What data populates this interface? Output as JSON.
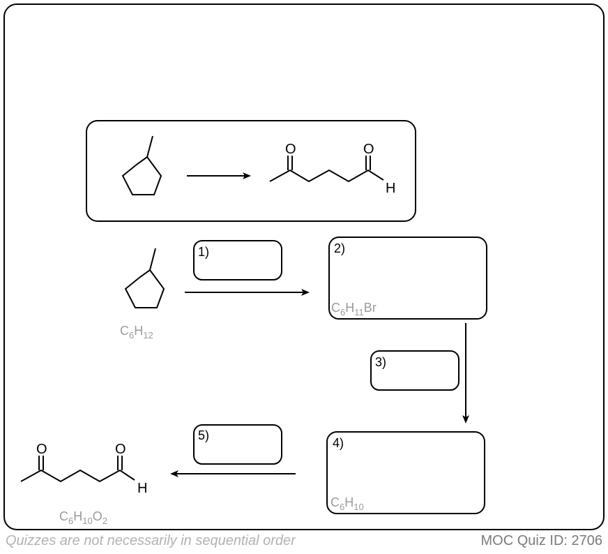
{
  "footer": {
    "left": "Quizzes are not necessarily in sequential order",
    "right": "MOC Quiz ID: 2706"
  },
  "atoms": {
    "oxygen": "O",
    "hydrogen": "H"
  },
  "steps": [
    {
      "label": "1)"
    },
    {
      "label": "2)",
      "formula": {
        "c": "C",
        "cn": "6",
        "h": "H",
        "hn": "11",
        "x": "Br"
      }
    },
    {
      "label": "3)"
    },
    {
      "label": "4)",
      "formula": {
        "c": "C",
        "cn": "6",
        "h": "H",
        "hn": "10"
      }
    },
    {
      "label": "5)"
    }
  ],
  "start_formula": {
    "c": "C",
    "cn": "6",
    "h": "H",
    "hn": "12"
  },
  "product_formula": {
    "c": "C",
    "cn": "6",
    "h": "H",
    "hn": "10",
    "o": "O",
    "on": "2"
  }
}
